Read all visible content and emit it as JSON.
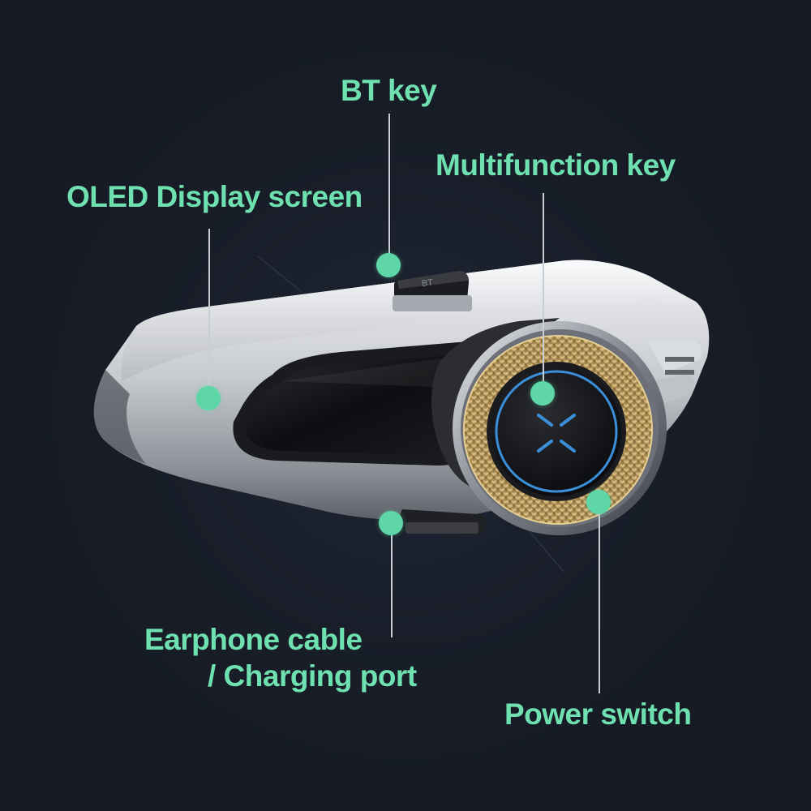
{
  "labels": {
    "bt_key": "BT key",
    "multifunction_key": "Multifunction key",
    "oled_display": "OLED Display screen",
    "earphone_line1": "Earphone cable",
    "earphone_line2": "/ Charging port",
    "power_switch": "Power switch"
  },
  "device": {
    "bt_button_text": "BT"
  },
  "colors": {
    "label_green": "#6fe0b0",
    "dot_green": "#5ed6a8",
    "background": "#171c26",
    "knob_gold": "#c9a86a",
    "button_ring_blue": "#3a8fd8"
  }
}
